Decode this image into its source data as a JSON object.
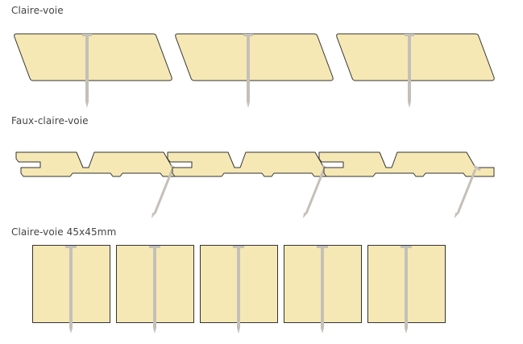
{
  "sections": [
    {
      "id": "claire-voie",
      "label": "Claire-voie",
      "boards": 3
    },
    {
      "id": "faux-claire-voie",
      "label": "Faux-claire-voie",
      "boards": 3
    },
    {
      "id": "claire-voie-45x45",
      "label": "Claire-voie 45x45mm",
      "boards": 5
    }
  ],
  "colors": {
    "wood": "#f5e8b4",
    "outline": "#333333",
    "nail": "#c4c0b8"
  }
}
